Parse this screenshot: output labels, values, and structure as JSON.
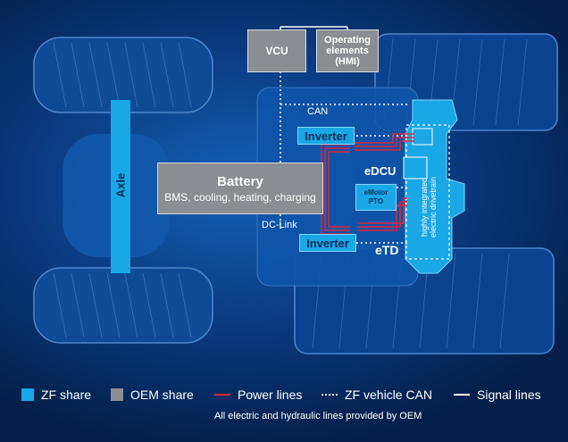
{
  "colors": {
    "zf": "#1aa7e6",
    "oem": "#8a8d92",
    "power": "#e0263a",
    "signal": "#ffffff",
    "background": "#0b3f86"
  },
  "labels": {
    "vcu": "VCU",
    "operating_line1": "Operating",
    "operating_line2": "elements",
    "operating_line3": "(HMI)",
    "can": "CAN",
    "inverter_top": "Inverter",
    "inverter_bottom": "Inverter",
    "battery_title": "Battery",
    "battery_sub": "BMS, cooling, heating, charging",
    "dc_link": "DC-Link",
    "edcu": "eDCU",
    "emotor_line1": "eMotor",
    "emotor_line2": "PTO",
    "etd": "eTD",
    "axle": "Axle",
    "drivetrain_line1": "highly integrated",
    "drivetrain_line2": "electric drivetrain"
  },
  "legend": {
    "zf_share": "ZF share",
    "oem_share": "OEM share",
    "power_lines": "Power lines",
    "zf_vehicle_can": "ZF vehicle CAN",
    "signal_lines": "Signal lines",
    "footnote": "All electric and hydraulic lines provided by OEM"
  }
}
